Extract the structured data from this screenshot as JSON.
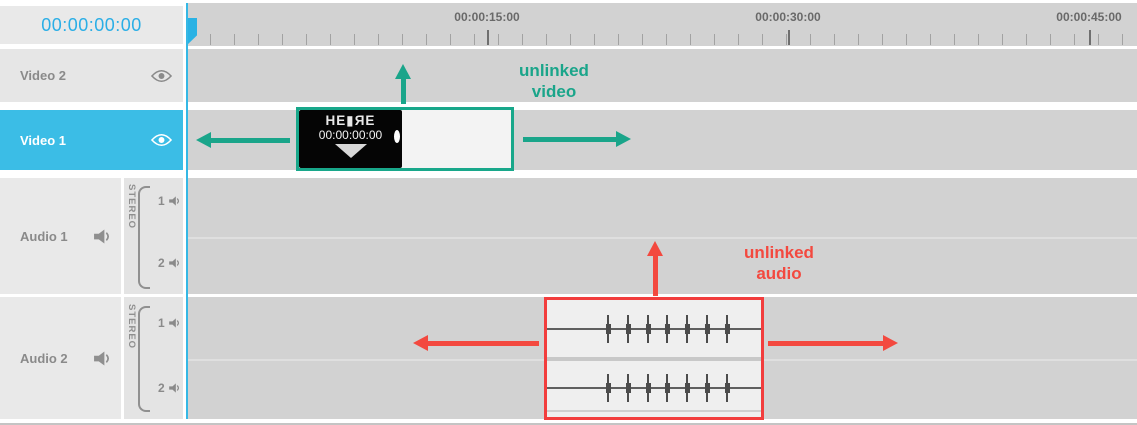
{
  "colors": {
    "cyan": "#35b8e5",
    "green": "#1aa58a",
    "red": "#f3493f"
  },
  "timecode_display": "00:00:00:00",
  "ruler": {
    "marks": [
      "00:00:15:00",
      "00:00:30:00",
      "00:00:45:00"
    ]
  },
  "tracks": {
    "video": [
      {
        "label": "Video 2",
        "selected": false
      },
      {
        "label": "Video 1",
        "selected": true
      }
    ],
    "audio": [
      {
        "label": "Audio 1",
        "group": "STEREO",
        "ch1": "1",
        "ch2": "2"
      },
      {
        "label": "Audio 2",
        "group": "STEREO",
        "ch1": "1",
        "ch2": "2"
      }
    ]
  },
  "video_clip": {
    "title": "HE▮ЯE",
    "start_timecode": "00:00:00:00"
  },
  "annotations": {
    "video": {
      "line1": "unlinked",
      "line2": "video"
    },
    "audio": {
      "line1": "unlinked",
      "line2": "audio"
    }
  }
}
